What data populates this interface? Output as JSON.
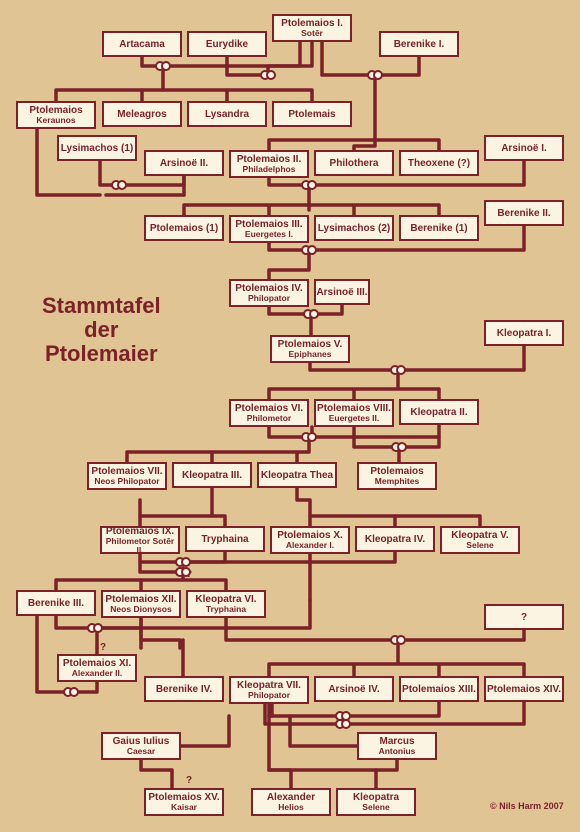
{
  "title": [
    "Stammtafel",
    "der",
    "Ptolemaier"
  ],
  "copyright": "© Nils Harm 2007",
  "persons": {
    "ptolemaios_1": [
      "Ptolemaios I.",
      "Sotēr"
    ],
    "artacama": [
      "Artacama"
    ],
    "eurydike": [
      "Eurydike"
    ],
    "berenike_1": [
      "Berenike I."
    ],
    "ptolemaios_keraunos": [
      "Ptolemaios",
      "Keraunos"
    ],
    "meleagros": [
      "Meleagros"
    ],
    "lysandra": [
      "Lysandra"
    ],
    "ptolemais": [
      "Ptolemais"
    ],
    "lysimachos_1": [
      "Lysimachos (1)"
    ],
    "arsinoe_2": [
      "Arsinoë II."
    ],
    "ptolemaios_2": [
      "Ptolemaios II.",
      "Philadelphos"
    ],
    "philothera": [
      "Philothera"
    ],
    "theoxene": [
      "Theoxene (?)"
    ],
    "arsinoe_1": [
      "Arsinoë I."
    ],
    "ptolemaios_1b": [
      "Ptolemaios (1)"
    ],
    "ptolemaios_3": [
      "Ptolemaios III.",
      "Euergetes I."
    ],
    "lysimachos_2": [
      "Lysimachos (2)"
    ],
    "berenike_1b": [
      "Berenike (1)"
    ],
    "berenike_2": [
      "Berenike II."
    ],
    "ptolemaios_4": [
      "Ptolemaios IV.",
      "Philopator"
    ],
    "arsinoe_3": [
      "Arsinoë III."
    ],
    "ptolemaios_5": [
      "Ptolemaios V.",
      "Epiphanes"
    ],
    "kleopatra_1": [
      "Kleopatra I."
    ],
    "ptolemaios_6": [
      "Ptolemaios VI.",
      "Philometor"
    ],
    "ptolemaios_8": [
      "Ptolemaios VIII.",
      "Euergetes II."
    ],
    "kleopatra_2": [
      "Kleopatra II."
    ],
    "ptolemaios_7": [
      "Ptolemaios VII.",
      "Neos Philopator"
    ],
    "kleopatra_3": [
      "Kleopatra III."
    ],
    "kleopatra_thea": [
      "Kleopatra Thea"
    ],
    "ptolemaios_memphites": [
      "Ptolemaios",
      "Memphites"
    ],
    "ptolemaios_9": [
      "Ptolemaios IX.",
      "Philometor Sotēr II."
    ],
    "tryphaina": [
      "Tryphaina"
    ],
    "ptolemaios_10": [
      "Ptolemaios X.",
      "Alexander I."
    ],
    "kleopatra_4": [
      "Kleopatra IV."
    ],
    "kleopatra_5": [
      "Kleopatra V.",
      "Selene"
    ],
    "berenike_3": [
      "Berenike III."
    ],
    "ptolemaios_12": [
      "Ptolemaios XII.",
      "Neos Dionysos"
    ],
    "kleopatra_6": [
      "Kleopatra VI.",
      "Tryphaina"
    ],
    "unknown": [
      "?"
    ],
    "ptolemaios_11": [
      "Ptolemaios XI.",
      "Alexander II."
    ],
    "berenike_4": [
      "Berenike IV."
    ],
    "kleopatra_7": [
      "Kleopatra VII.",
      "Philopator"
    ],
    "arsinoe_4": [
      "Arsinoë IV."
    ],
    "ptolemaios_13": [
      "Ptolemaios XIII."
    ],
    "ptolemaios_14": [
      "Ptolemaios XIV."
    ],
    "caesar": [
      "Gaius Iulius",
      "Caesar"
    ],
    "antonius": [
      "Marcus",
      "Antonius"
    ],
    "ptolemaios_15": [
      "Ptolemaios XV.",
      "Kaisar"
    ],
    "alexander_helios": [
      "Alexander",
      "Helios"
    ],
    "kleopatra_selene": [
      "Kleopatra",
      "Selene"
    ]
  },
  "uncertain_marks": [
    "?",
    "?",
    "?"
  ],
  "colors": {
    "background": "#e0c494",
    "line": "#7a2228",
    "box_fill": "#fbf4e3"
  }
}
